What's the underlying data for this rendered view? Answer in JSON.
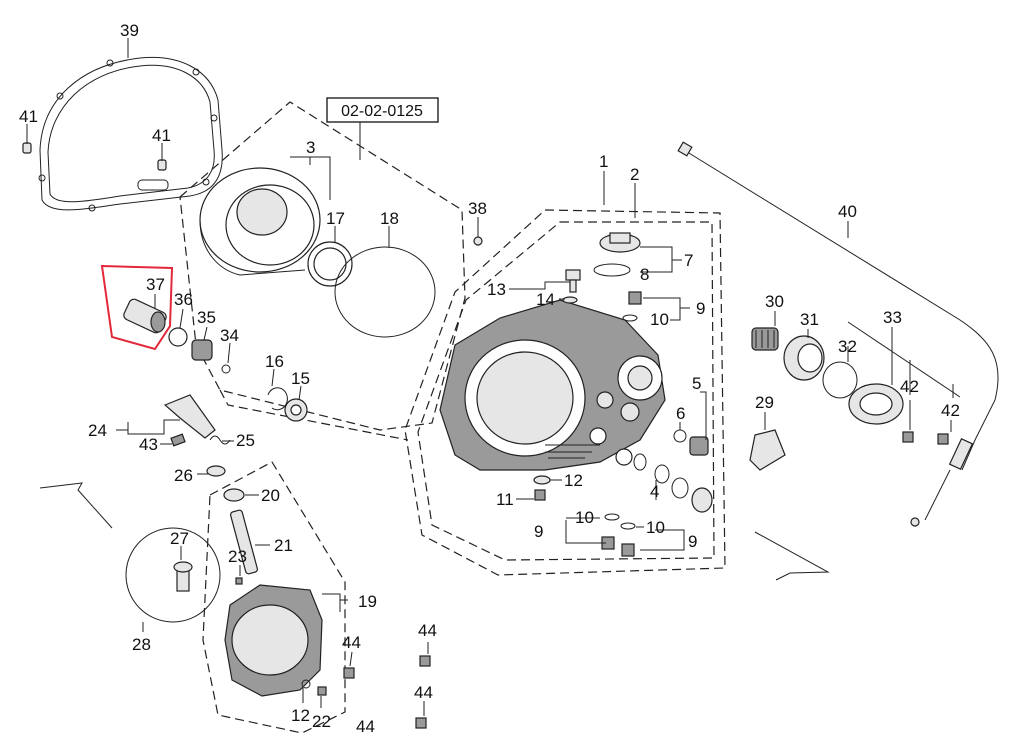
{
  "diagram": {
    "assembly_code": "02-02-0125",
    "highlight_color": "#e2283a",
    "highlighted_part": "37",
    "labels": [
      {
        "id": "l39",
        "text": "39"
      },
      {
        "id": "l41a",
        "text": "41"
      },
      {
        "id": "l41b",
        "text": "41"
      },
      {
        "id": "l3",
        "text": "3"
      },
      {
        "id": "l17",
        "text": "17"
      },
      {
        "id": "l18",
        "text": "18"
      },
      {
        "id": "l38",
        "text": "38"
      },
      {
        "id": "l1",
        "text": "1"
      },
      {
        "id": "l2",
        "text": "2"
      },
      {
        "id": "l7",
        "text": "7"
      },
      {
        "id": "l8",
        "text": "8"
      },
      {
        "id": "l13",
        "text": "13"
      },
      {
        "id": "l14",
        "text": "14"
      },
      {
        "id": "l9a",
        "text": "9"
      },
      {
        "id": "l10a",
        "text": "10"
      },
      {
        "id": "l40",
        "text": "40"
      },
      {
        "id": "l30",
        "text": "30"
      },
      {
        "id": "l31",
        "text": "31"
      },
      {
        "id": "l33",
        "text": "33"
      },
      {
        "id": "l32",
        "text": "32"
      },
      {
        "id": "l42a",
        "text": "42"
      },
      {
        "id": "l42b",
        "text": "42"
      },
      {
        "id": "l37",
        "text": "37"
      },
      {
        "id": "l36",
        "text": "36"
      },
      {
        "id": "l35",
        "text": "35"
      },
      {
        "id": "l34",
        "text": "34"
      },
      {
        "id": "l16",
        "text": "16"
      },
      {
        "id": "l15",
        "text": "15"
      },
      {
        "id": "l5",
        "text": "5"
      },
      {
        "id": "l6",
        "text": "6"
      },
      {
        "id": "l29",
        "text": "29"
      },
      {
        "id": "l24",
        "text": "24"
      },
      {
        "id": "l43",
        "text": "43"
      },
      {
        "id": "l25",
        "text": "25"
      },
      {
        "id": "l26",
        "text": "26"
      },
      {
        "id": "l20",
        "text": "20"
      },
      {
        "id": "l12a",
        "text": "12"
      },
      {
        "id": "l11",
        "text": "11"
      },
      {
        "id": "l4",
        "text": "4"
      },
      {
        "id": "l9b",
        "text": "9"
      },
      {
        "id": "l10b",
        "text": "10"
      },
      {
        "id": "l10c",
        "text": "10"
      },
      {
        "id": "l9c",
        "text": "9"
      },
      {
        "id": "l27",
        "text": "27"
      },
      {
        "id": "l21",
        "text": "21"
      },
      {
        "id": "l23",
        "text": "23"
      },
      {
        "id": "l19",
        "text": "19"
      },
      {
        "id": "l28",
        "text": "28"
      },
      {
        "id": "l44a",
        "text": "44"
      },
      {
        "id": "l44b",
        "text": "44"
      },
      {
        "id": "l44c",
        "text": "44"
      },
      {
        "id": "l44d",
        "text": "44"
      },
      {
        "id": "l12b",
        "text": "12"
      },
      {
        "id": "l22",
        "text": "22"
      }
    ]
  }
}
